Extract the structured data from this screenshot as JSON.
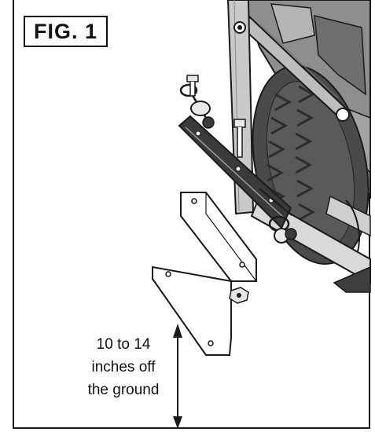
{
  "figure": {
    "label": "FIG. 1"
  },
  "annotation": {
    "lines": [
      "10 to 14",
      "inches off",
      "the ground"
    ]
  },
  "colors": {
    "line": "#1a1a1a",
    "tire": "#4a4a4a",
    "tractor_body": "#8c8c8c",
    "shade": "#bcbcbc",
    "hitch_bar": "#3a3a3a",
    "background": "#ffffff"
  }
}
